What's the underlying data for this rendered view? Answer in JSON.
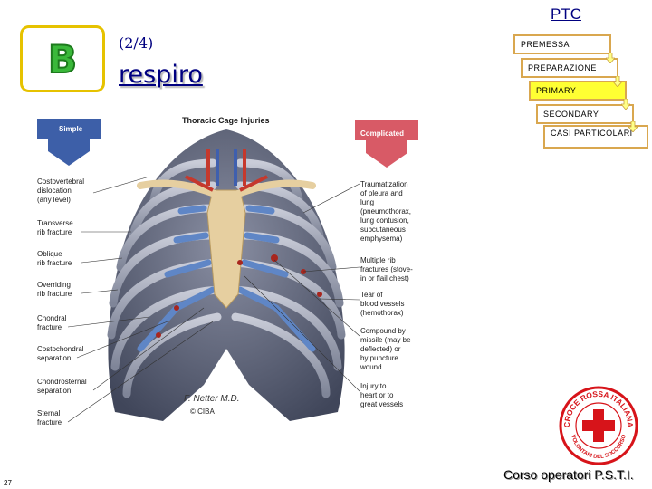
{
  "nav": {
    "ptc_link": "PTC"
  },
  "slide": {
    "badge_letter": "B",
    "fraction": "(2/4)",
    "title_link": "respiro",
    "page_number": "27",
    "footer": "Corso operatori P.S.T.I."
  },
  "flow": {
    "items": [
      {
        "label": "PREMESSA",
        "active": false
      },
      {
        "label": "PREPARAZIONE",
        "active": false
      },
      {
        "label": "PRIMARY",
        "active": true
      },
      {
        "label": "SECONDARY",
        "active": false
      },
      {
        "label": "CASI PARTICOLARI",
        "active": false
      }
    ],
    "active_color": "#ffff33",
    "border_color": "#d9a74f"
  },
  "illustration": {
    "title": "Thoracic Cage Injuries",
    "left_header": "Simple",
    "right_header": "Complicated",
    "signature": "F. Netter M.D.",
    "credit": "© CIBA",
    "left_labels": [
      [
        "Costovertebral",
        "dislocation",
        "(any level)"
      ],
      [
        "Transverse",
        "rib fracture"
      ],
      [
        "Oblique",
        "rib fracture"
      ],
      [
        "Overriding",
        "rib fracture"
      ],
      [
        "Chondral",
        "fracture"
      ],
      [
        "Costochondral",
        "separation"
      ],
      [
        "Chondrosternal",
        "separation"
      ],
      [
        "Sternal",
        "fracture"
      ]
    ],
    "right_labels": [
      [
        "Traumatization",
        "of pleura and",
        "lung",
        "(pneumothorax,",
        "lung contusion,",
        "subcutaneous",
        "emphysema)"
      ],
      [
        "Multiple rib",
        "fractures (stove-",
        "in or flail chest)"
      ],
      [
        "Tear of",
        "blood vessels",
        "(hemothorax)"
      ],
      [
        "Compound by",
        "missile (may be",
        "deflected) or",
        "by puncture",
        "wound"
      ],
      [
        "Injury to",
        "heart or to",
        "great vessels"
      ]
    ]
  },
  "logo": {
    "arc_text": "CROCE ROSSA ITALIANA",
    "bottom_text": "VOLONTARI DEL SOCCORSO",
    "brand_color": "#d7141a"
  }
}
